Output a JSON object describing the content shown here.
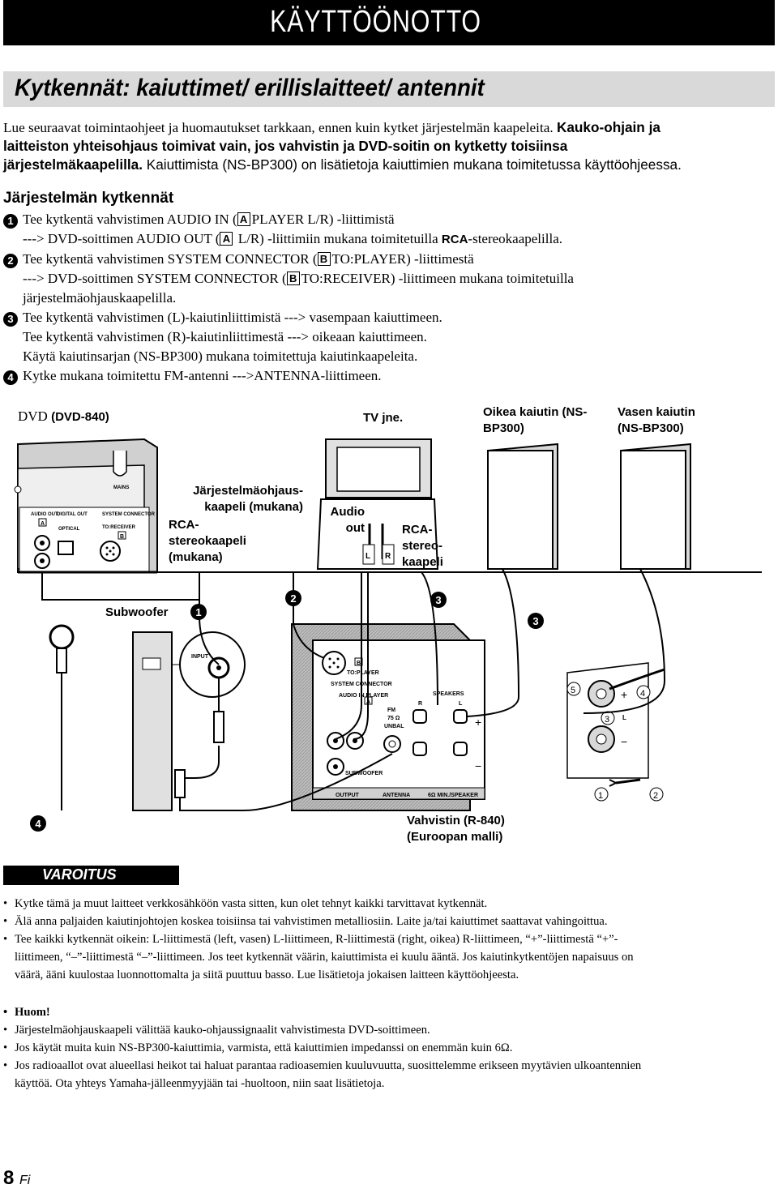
{
  "header": {
    "title": "KÄYTTÖÖNOTTO"
  },
  "section": {
    "title": "Kytkennät: kaiuttimet/ erillislaitteet/ antennit"
  },
  "intro": {
    "line1_normal": "Lue seuraavat toimintaohjeet ja huomautukset tarkkaan, ennen kuin kytket järjestelmän kaapeleita. ",
    "line1_bold": "Kauko-ohjain ja",
    "line2_bold": "laitteiston yhteisohjaus toimivat vain, jos vahvistin ja DVD-soitin on kytketty toisiinsa",
    "line3_bold": "järjestelmäkaapelilla.",
    "line3_normal": " Kaiuttimista (NS-BP300) on lisätietoja kaiuttimien mukana toimitetussa käyttöohjeessa."
  },
  "steps": {
    "title": "Järjestelmän kytkennät",
    "step1": {
      "num": "1",
      "l1_a": "Tee kytkentä vahvistimen AUDIO IN (",
      "l1_box": "A",
      "l1_b": "PLAYER L/R) -liittimistä",
      "l2_a": "---> DVD-soittimen AUDIO OUT (",
      "l2_box": "A",
      "l2_b": " L/R) -liittimiin mukana toimitetuilla ",
      "l2_rca": "RCA",
      "l2_c": "-stereokaapelilla."
    },
    "step2": {
      "num": "2",
      "l1_a": "Tee kytkentä vahvistimen SYSTEM CONNECTOR (",
      "l1_box": "B",
      "l1_b": "TO:PLAYER) -liittimestä",
      "l2_a": "---> DVD-soittimen SYSTEM CONNECTOR (",
      "l2_box": "B",
      "l2_b": "TO:RECEIVER) -liittimeen mukana toimitetuilla",
      "l3": "järjestelmäohjauskaapelilla."
    },
    "step3": {
      "num": "3",
      "l1": "Tee kytkentä vahvistimen (L)-kaiutinliittimistä ---> vasempaan kaiuttimeen.",
      "l2": "Tee kytkentä vahvistimen (R)-kaiutinliittimestä ---> oikeaan kaiuttimeen.",
      "l3": "Käytä kaiutinsarjan (NS-BP300) mukana toimitettuja kaiutinkaapeleita."
    },
    "step4": {
      "num": "4",
      "l1": "Kytke mukana toimitettu FM-antenni --->ANTENNA-liittimeen."
    }
  },
  "diagram": {
    "dvd_prefix": "DVD ",
    "dvd_model": "(DVD-840)",
    "tv": "TV jne.",
    "right_speaker_1": "Oikea kaiutin (NS-",
    "right_speaker_2": "BP300)",
    "left_speaker_1": "Vasen kaiutin",
    "left_speaker_2": "(NS-BP300)",
    "sys_cable_1": "Järjestelmäohjaus-",
    "sys_cable_2": "kaapeli (mukana)",
    "rca_cable_1": "RCA-",
    "rca_cable_2": "stereokaapeli",
    "rca_cable_3": "(mukana)",
    "audio_out_1": "Audio",
    "audio_out_2": "out",
    "rca2_1": "RCA-",
    "rca2_2": "stereo-",
    "rca2_3": "kaapeli",
    "subwoofer": "Subwoofer",
    "amp_1": "Vahvistin (R-840)",
    "amp_2": "(Euroopan malli)",
    "callout_1": "1",
    "callout_2": "2",
    "callout_3a": "3",
    "callout_3b": "3",
    "callout_4": "4",
    "dvd_panel": {
      "mains": "MAINS",
      "audio_out": "AUDIO OUT",
      "digital_out": "DIGITAL OUT",
      "optical": "OPTICAL",
      "system_connector": "SYSTEM CONNECTOR",
      "to_receiver": "TO:RECEIVER",
      "box_a": "A",
      "box_b": "B"
    },
    "tv_l": "L",
    "tv_r": "R",
    "sub_input": "INPUT",
    "amp_panel": {
      "to_player": "TO:PLAYER",
      "system_connector": "SYSTEM CONNECTOR",
      "audio_in_player": "AUDIO IN PLAYER",
      "fm": "FM",
      "ohm": "75 Ω",
      "unbal": "UNBAL",
      "speakers": "SPEAKERS",
      "r": "R",
      "l": "L",
      "subwoofer": "SUBWOOFER",
      "output": "OUTPUT",
      "antenna": "ANTENNA",
      "min_speaker": "6Ω MIN./SPEAKER",
      "box_a": "A",
      "box_b": "B"
    },
    "detail_steps": {
      "s1": "1",
      "s2": "2",
      "s3": "3",
      "s4": "4",
      "s5": "5",
      "plus": "+",
      "minus": "−",
      "l": "L"
    }
  },
  "warning": {
    "title": "VAROITUS",
    "items": [
      "Kytke tämä ja muut laitteet verkkosähköön vasta sitten, kun olet tehnyt kaikki tarvittavat kytkennät.",
      "Älä anna paljaiden kaiutinjohtojen koskea toisiinsa tai vahvistimen metalliosiin. Laite ja/tai kaiuttimet saattavat vahingoittua.",
      "Tee kaikki kytkennät oikein: L-liittimestä (left, vasen) L-liittimeen, R-liittimestä (right, oikea) R-liittimeen, “+”-liittimestä “+”-",
      "liittimeen, “–”-liittimestä “–”-liittimeen. Jos teet kytkennät väärin, kaiuttimista ei kuulu ääntä. Jos kaiutinkytkentöjen napaisuus on",
      "väärä, ääni kuulostaa luonnottomalta ja siitä puuttuu basso. Lue lisätietoja jokaisen laitteen käyttöohjeesta."
    ]
  },
  "notes": {
    "items": [
      "Huom!",
      "Järjestelmäohjauskaapeli välittää kauko-ohjaussignaalit vahvistimesta DVD-soittimeen.",
      "Jos käytät muita kuin NS-BP300-kaiuttimia, varmista, että kaiuttimien impedanssi on enemmän kuin 6Ω.",
      "Jos radioaallot ovat alueellasi heikot tai haluat parantaa radioasemien kuuluvuutta, suosittelemme erikseen myytävien ulkoantennien",
      "käyttöä. Ota yhteys Yamaha-jälleenmyyjään tai -huoltoon, niin saat lisätietoja."
    ]
  },
  "footer": {
    "page": "8",
    "lang": "Fi"
  }
}
